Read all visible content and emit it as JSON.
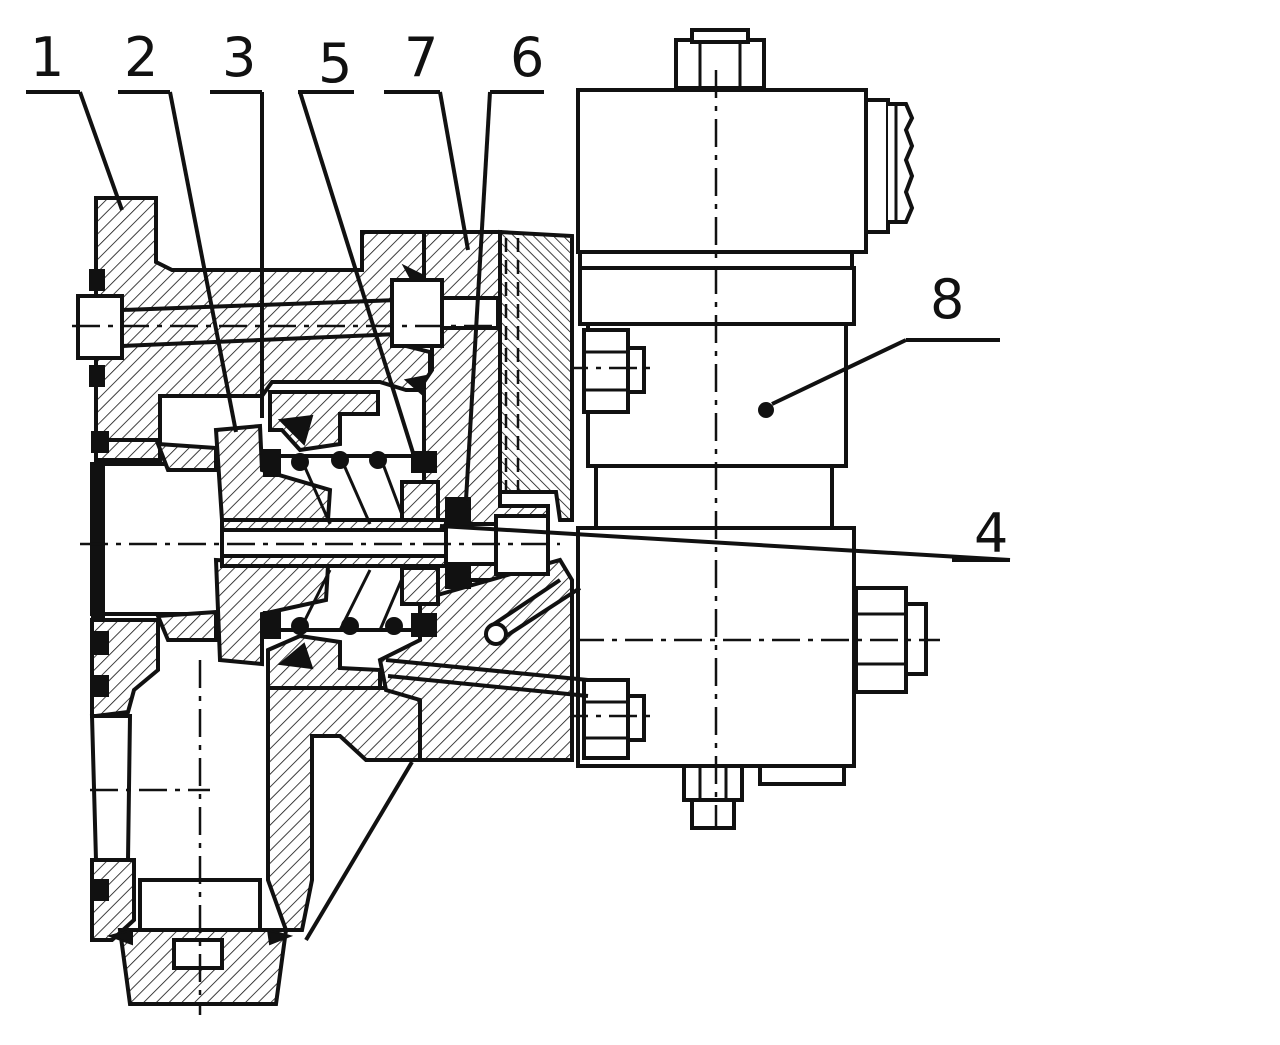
{
  "callouts": [
    {
      "id": "1",
      "label": "1"
    },
    {
      "id": "2",
      "label": "2"
    },
    {
      "id": "3",
      "label": "3"
    },
    {
      "id": "5",
      "label": "5"
    },
    {
      "id": "7",
      "label": "7"
    },
    {
      "id": "6",
      "label": "6"
    },
    {
      "id": "8",
      "label": "8"
    },
    {
      "id": "4",
      "label": "4"
    }
  ]
}
